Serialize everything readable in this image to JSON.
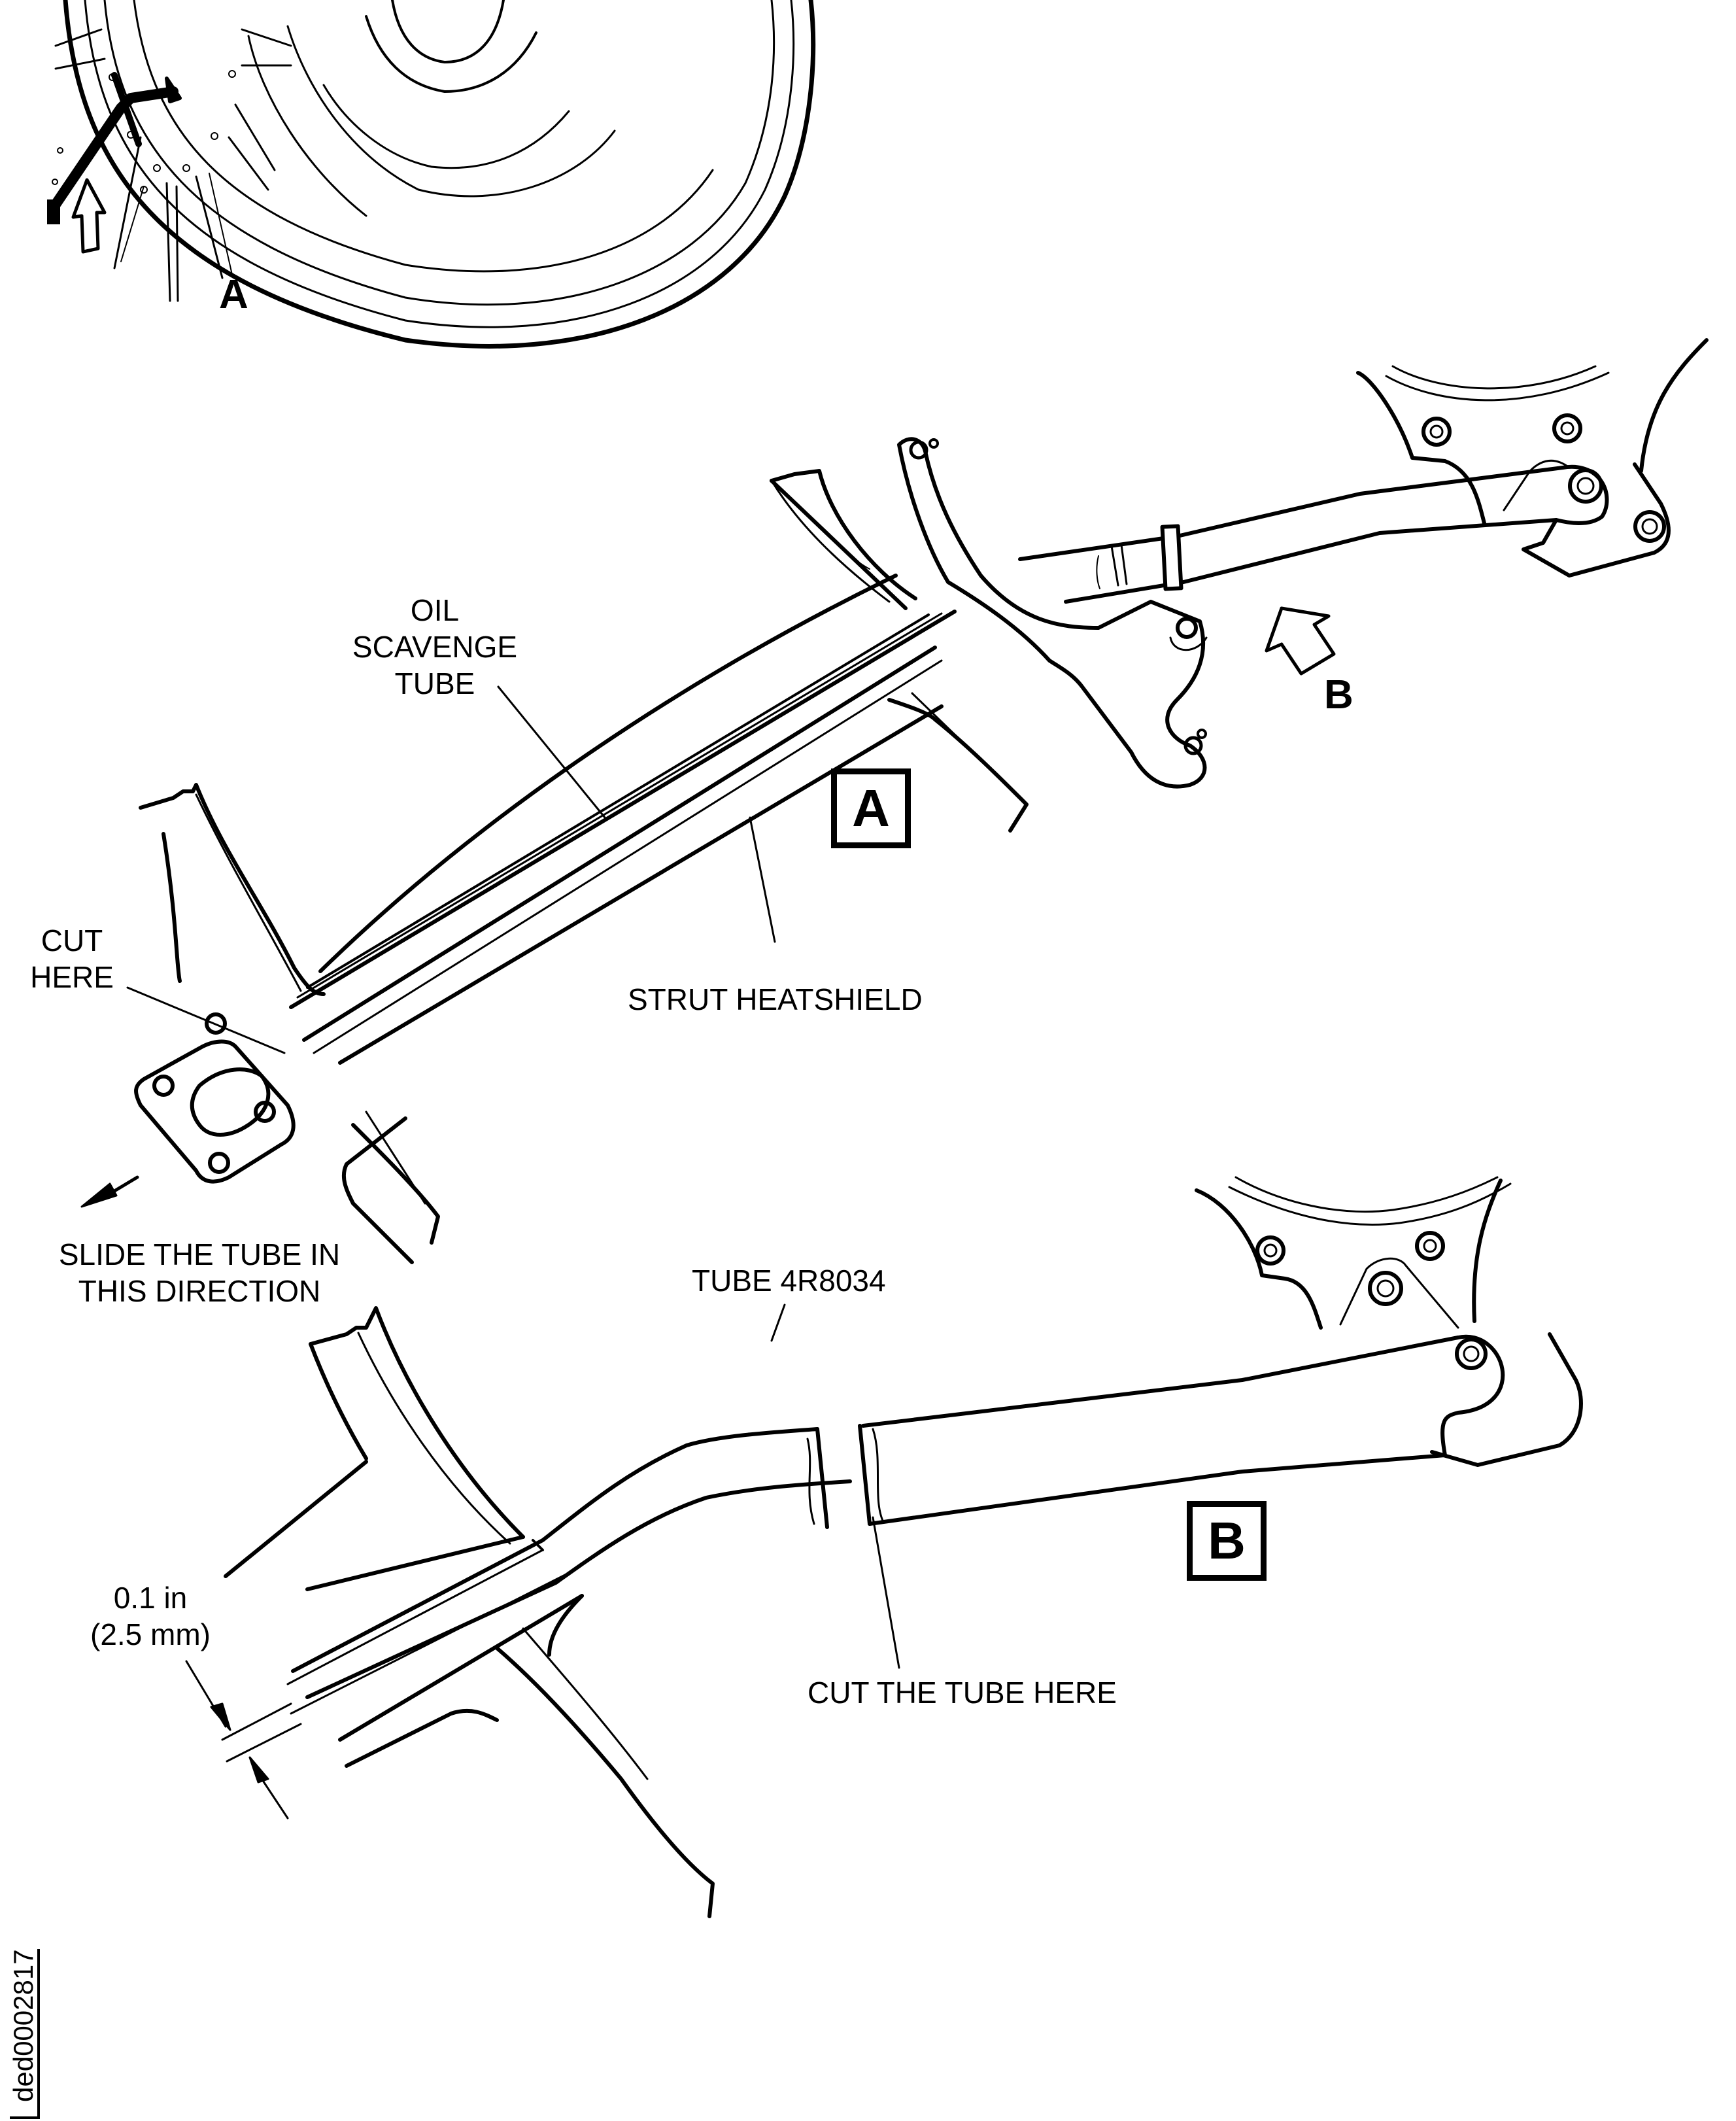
{
  "figure": {
    "document_id": "ded0002817",
    "colors": {
      "ink": "#000000",
      "paper": "#ffffff"
    }
  },
  "locator_view": {
    "view_arrow_label": "A"
  },
  "view_a": {
    "box_label": "A",
    "arrow_b_label": "B",
    "callouts": {
      "oil_scavenge_tube": [
        "OIL",
        "SCAVENGE",
        "TUBE"
      ],
      "cut_here": [
        "CUT",
        "HERE"
      ],
      "strut_heatshield": "STRUT HEATSHIELD",
      "slide_direction": [
        "SLIDE THE TUBE IN",
        "THIS DIRECTION"
      ]
    }
  },
  "view_b": {
    "box_label": "B",
    "callouts": {
      "tube_part": "TUBE 4R8034",
      "cut_tube_here": "CUT THE TUBE HERE",
      "dimension_in": "0.1 in",
      "dimension_mm": "(2.5 mm)"
    }
  }
}
